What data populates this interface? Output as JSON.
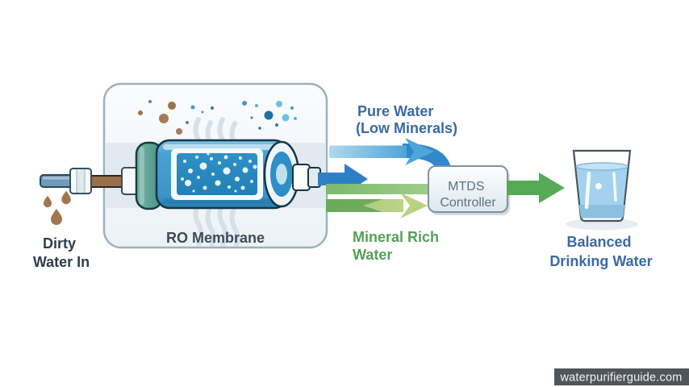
{
  "watermark": {
    "text": "waterpurifierguide.com",
    "bar_color": "#50555a",
    "text_color": "#f4f4f4"
  },
  "labels": {
    "dirty": {
      "line1": "Dirty",
      "line2": "Water In",
      "color": "#2e3d4d"
    },
    "ro": {
      "text": "RO Membrane",
      "color": "#3d4c57"
    },
    "pure": {
      "line1": "Pure Water",
      "line2": "(Low Minerals)",
      "color": "#3a6aa5"
    },
    "mineral": {
      "line1": "Mineral Rich",
      "line2": "Water",
      "color": "#55a055"
    },
    "controller": {
      "line1": "MTDS",
      "line2": "Controller",
      "color": "#5d7080"
    },
    "balanced": {
      "line1": "Balanced",
      "line2": "Drinking Water",
      "color": "#3a6aa5"
    }
  },
  "flow_colors": {
    "pure_arrow_head": "#4da5da",
    "curve_arrow": "#3188cd",
    "outlet_arrow": "#2e80c6",
    "mineral_arrow_head": "#b9d383",
    "mineral_dark_overlay": "#68a95b",
    "output_arrow": "#56a957"
  }
}
